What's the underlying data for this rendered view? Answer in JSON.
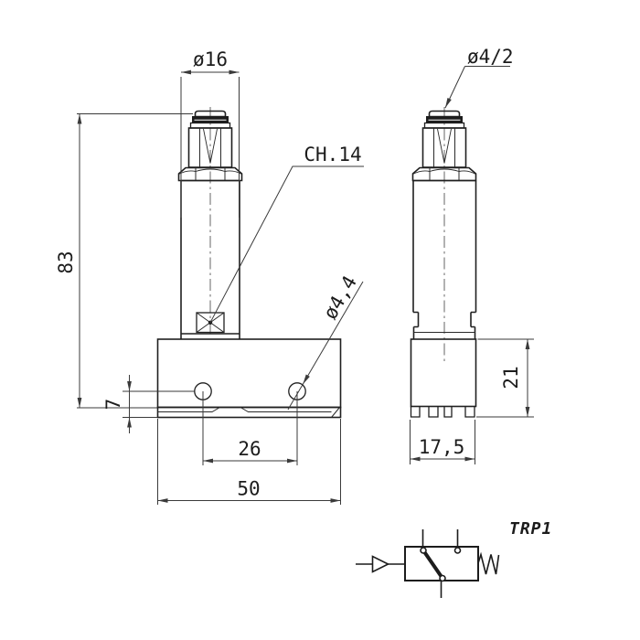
{
  "labels": {
    "fitting_diameter": "ø16",
    "tube_size": "ø4/2",
    "wrench_size": "CH.14",
    "hole_diameter": "ø4,4",
    "overall_height": "83",
    "hole_offset": "7",
    "hole_spacing": "26",
    "base_width": "50",
    "base_height": "21",
    "base_depth": "17,5"
  },
  "symbol": {
    "label": "TRP1"
  },
  "colors": {
    "line": "#1f1f1f",
    "dimension": "#3a3a3a",
    "background": "#ffffff"
  }
}
